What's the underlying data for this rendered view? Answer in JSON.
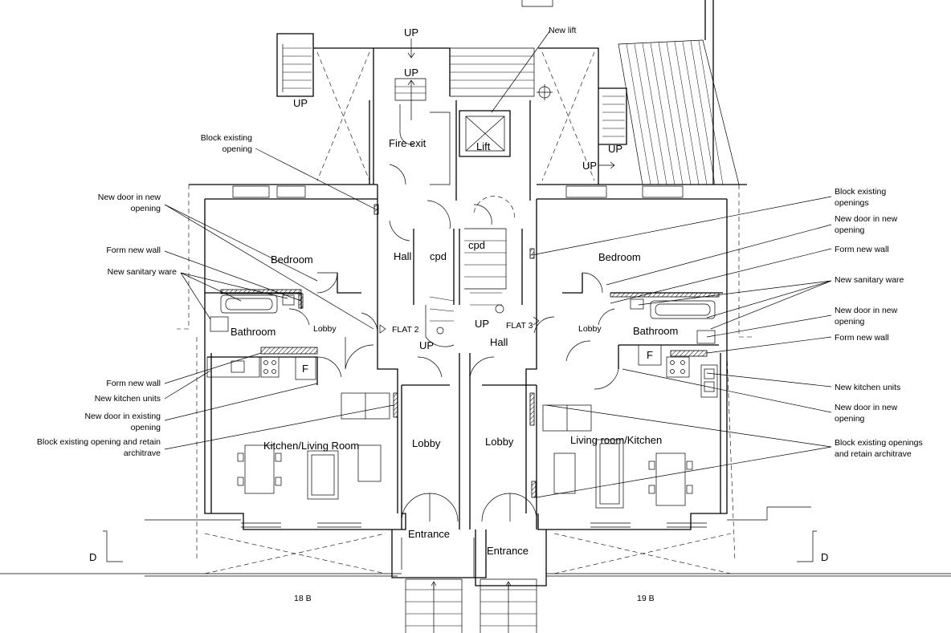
{
  "rooms": {
    "bedroom_left": "Bedroom",
    "bedroom_right": "Bedroom",
    "bathroom_left": "Bathroom",
    "bathroom_right": "Bathroom",
    "lobby_small_left": "Lobby",
    "lobby_small_right": "Lobby",
    "hall_left": "Hall",
    "hall_right": "Hall",
    "cpd_left": "cpd",
    "cpd_right": "cpd",
    "fire_exit": "Fire exit",
    "lift": "Lift",
    "kitchen_living": "Kitchen/Living Room",
    "living_kitchen": "Living room/Kitchen",
    "lobby_left": "Lobby",
    "lobby_right": "Lobby",
    "entrance_left": "Entrance",
    "entrance_right": "Entrance"
  },
  "tags": {
    "flat2": "FLAT 2",
    "flat3": "FLAT 3",
    "up_top": "UP",
    "up_stair": "UP",
    "up_left_stair": "UP",
    "up_right_stair": "UP",
    "up_right_outer": "UP",
    "up_mid_left": "UP",
    "up_mid_right": "UP",
    "fridge_left": "F",
    "fridge_right": "F",
    "section_left": "D",
    "section_right": "D",
    "unit_left": "18 B",
    "unit_right": "19 B"
  },
  "notes_left": {
    "block_existing": [
      "Block existing",
      "opening"
    ],
    "new_door_new": [
      "New door in new",
      "opening"
    ],
    "form_wall_top": [
      "Form new wall"
    ],
    "sanitary": [
      "New sanitary ware"
    ],
    "form_wall_bottom": [
      "Form new wall"
    ],
    "kitchen_units": [
      "New kitchen units"
    ],
    "new_door_existing": [
      "New door in existing",
      "opening"
    ],
    "block_retain": [
      "Block existing opening and retain",
      "architrave"
    ]
  },
  "notes_right": {
    "block_openings": [
      "Block existing",
      "openings"
    ],
    "new_door_new_a": [
      "New door in new",
      "opening"
    ],
    "form_wall_a": [
      "Form new wall"
    ],
    "sanitary": [
      "New sanitary ware"
    ],
    "new_door_new_b": [
      "New door in new",
      "opening"
    ],
    "form_wall_b": [
      "Form new wall"
    ],
    "kitchen_units": [
      "New kitchen units"
    ],
    "new_door_new_c": [
      "New door in new",
      "opening"
    ],
    "block_retain": [
      "Block existing openings",
      "and retain architrave"
    ]
  },
  "notes_top": {
    "new_lift": "New lift"
  }
}
